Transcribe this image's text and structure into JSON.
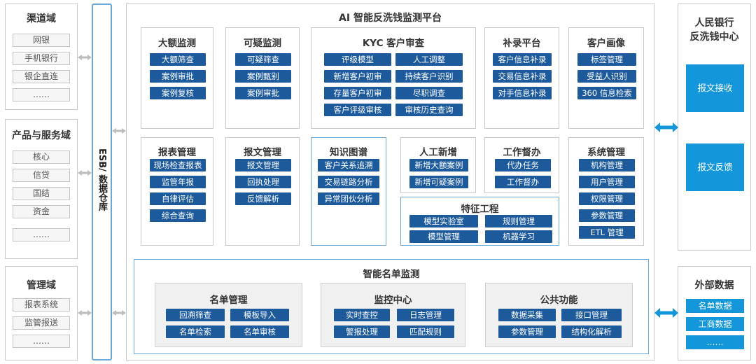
{
  "left": {
    "channel": {
      "title": "渠道域",
      "items": [
        "网银",
        "手机银行",
        "银企直连",
        "……"
      ]
    },
    "product": {
      "title": "产品与服务域",
      "items": [
        "核心",
        "信贷",
        "国结",
        "资金",
        "……"
      ]
    },
    "management": {
      "title": "管理域",
      "items": [
        "报表系统",
        "监管报送",
        "……"
      ]
    }
  },
  "esb": {
    "label": "ESB/ 数据仓库"
  },
  "platform": {
    "title": "AI 智能反洗钱监测平台",
    "large": {
      "title": "大额监测",
      "items": [
        "大额筛查",
        "案例审批",
        "案例复核"
      ]
    },
    "suspicious": {
      "title": "可疑监测",
      "items": [
        "可疑筛查",
        "案例甄别",
        "案例审批"
      ]
    },
    "kyc": {
      "title": "KYC 客户审查",
      "items": [
        "评级模型",
        "人工调整",
        "新增客户初审",
        "持续客户识别",
        "存量客户初审",
        "尽职调查",
        "客户评级审核",
        "审核历史查询"
      ]
    },
    "supplement": {
      "title": "补录平台",
      "items": [
        "客户信息补录",
        "交易信息补录",
        "对手信息补录"
      ]
    },
    "portrait": {
      "title": "客户画像",
      "items": [
        "标签管理",
        "受益人识别",
        "360 信息检索"
      ]
    },
    "report": {
      "title": "报表管理",
      "items": [
        "现场检查报表",
        "监管年报",
        "自律评估",
        "综合查询"
      ]
    },
    "message": {
      "title": "报文管理",
      "items": [
        "报文管理",
        "回执处理",
        "反馈解析"
      ]
    },
    "graph": {
      "title": "知识图谱",
      "items": [
        "客户关系追溯",
        "交易链路分析",
        "异常团伙分析"
      ]
    },
    "manual": {
      "title": "人工新增",
      "items": [
        "新增大额案例",
        "新增可疑案例"
      ]
    },
    "supervise": {
      "title": "工作督办",
      "items": [
        "代办任务",
        "工作督办"
      ]
    },
    "system": {
      "title": "系统管理",
      "items": [
        "机构管理",
        "用户管理",
        "权限管理",
        "参数管理",
        "ETL 管理"
      ]
    },
    "feature": {
      "title": "特征工程",
      "items": [
        "模型实验室",
        "规则管理",
        "模型管理",
        "机器学习"
      ]
    },
    "namelist": {
      "title": "智能名单监测",
      "mgmt": {
        "title": "名单管理",
        "items": [
          "回溯筛查",
          "模板导入",
          "名单检索",
          "名单审核"
        ]
      },
      "monitor": {
        "title": "监控中心",
        "items": [
          "实时查控",
          "日志管理",
          "警报处理",
          "匹配规则"
        ]
      },
      "public": {
        "title": "公共功能",
        "items": [
          "数据采集",
          "接口管理",
          "参数管理",
          "结构化解析"
        ]
      }
    }
  },
  "pboc": {
    "title_line1": "人民银行",
    "title_line2": "反洗钱中心",
    "items": [
      "报文接收",
      "报文反馈"
    ]
  },
  "external": {
    "title": "外部数据",
    "items": [
      "名单数据",
      "工商数据",
      "……"
    ]
  },
  "colors": {
    "button": "#1c5a9c",
    "light_button": "#1496db",
    "arrow_gray": "#bdbdbd",
    "arrow_blue": "#1496db",
    "esb_border": "#6aa6d6"
  }
}
